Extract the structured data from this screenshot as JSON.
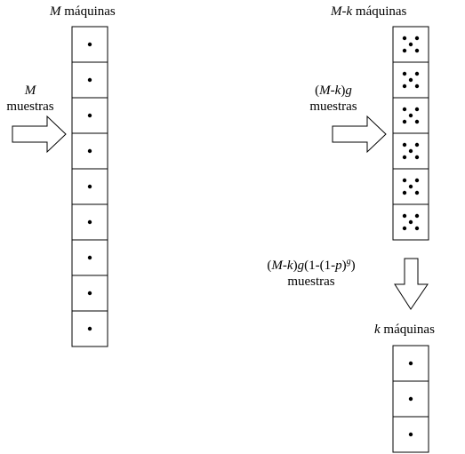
{
  "left_column": {
    "title_var": "M",
    "title_rest": " máquinas",
    "cell_count": 9,
    "dots_per_cell": 1,
    "input_var": "M",
    "input_word": "muestras"
  },
  "right_top_column": {
    "title_var": "M-k",
    "title_rest": " máquinas",
    "cell_count": 6,
    "dots_per_cell": 5,
    "input_expr_open": "(",
    "input_expr_var": "M-k",
    "input_expr_close": ")",
    "input_expr_g": "g",
    "input_word": "muestras"
  },
  "transfer": {
    "expr_open": "(",
    "expr_var": "M-k",
    "expr_close": ")",
    "expr_g": "g",
    "expr_mid": "(1-(1-",
    "expr_p": "p",
    "expr_end": ")",
    "expr_sup": "g",
    "expr_tail": ")",
    "word": "muestras"
  },
  "right_bottom_column": {
    "title_var": "k",
    "title_rest": " máquinas",
    "cell_count": 3,
    "dots_per_cell": 1
  }
}
